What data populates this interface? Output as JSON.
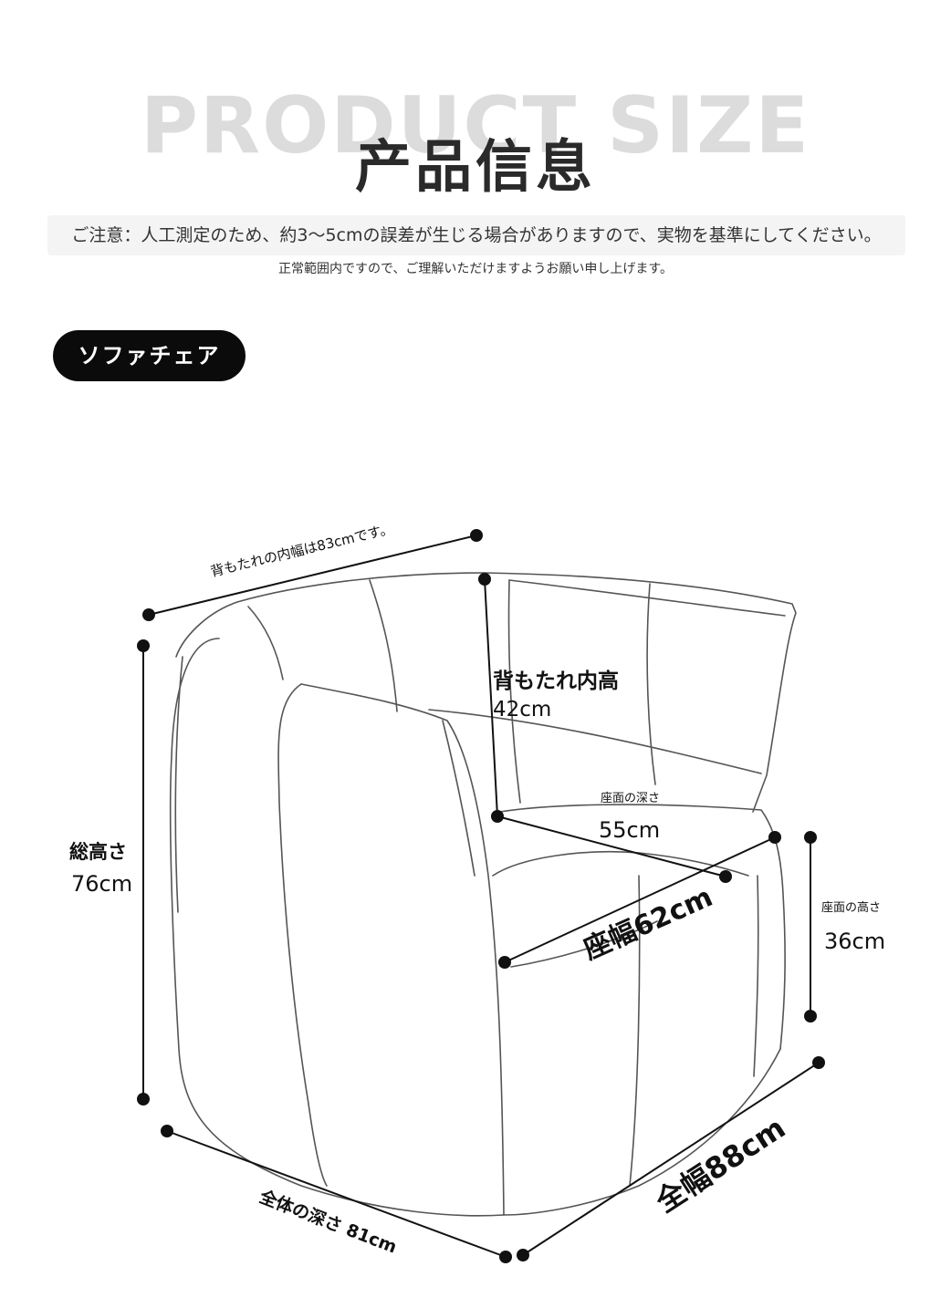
{
  "header": {
    "bg_title": "PRODUCT SIZE",
    "title": "产品信息"
  },
  "notice": {
    "line1": "ご注意：人工測定のため、約3〜5cmの誤差が生じる場合がありますので、実物を基準にしてください。",
    "line2": "正常範囲内ですので、ご理解いただけますようお願い申し上げます。"
  },
  "product": {
    "category_label": "ソファチェア"
  },
  "dimensions": {
    "backrest_inner_width": "背もたれの内幅は83cmです。",
    "backrest_inner_height_label": "背もたれ内高",
    "backrest_inner_height_value": "42cm",
    "seat_depth_label": "座面の深さ",
    "seat_depth_value": "55cm",
    "total_height_label": "総高さ",
    "total_height_value": "76cm",
    "seat_width": "座幅62cm",
    "seat_height_label": "座面の高さ",
    "seat_height_value": "36cm",
    "overall_depth": "全体の深さ 81cm",
    "overall_width": "全幅88cm"
  },
  "colors": {
    "outline": "#555555",
    "dimension_line": "#111111",
    "pill_bg": "#0b0b0b",
    "bg_title": "#dcdcdc"
  }
}
